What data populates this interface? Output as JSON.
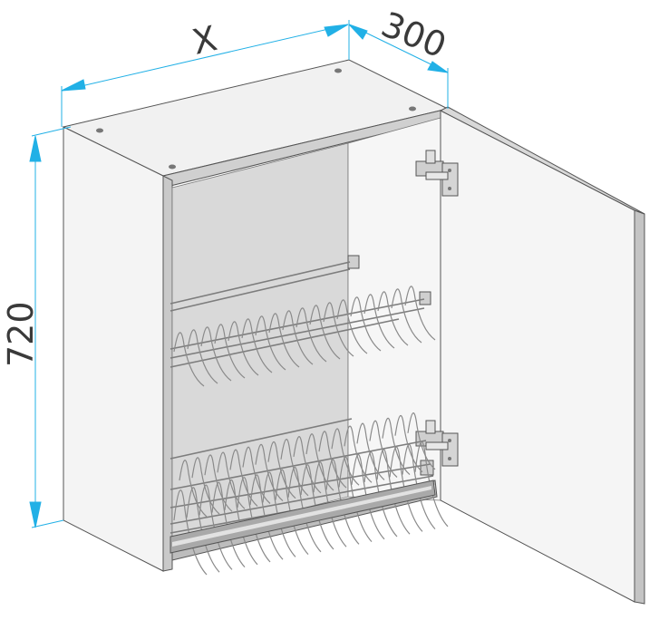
{
  "dimensions": {
    "width_label": "X",
    "depth_label": "300",
    "height_label": "720"
  },
  "colors": {
    "dimension_line": "#21b0e6",
    "panel_light": "#f2f2f2",
    "panel_mid": "#e6e6e6",
    "panel_dark": "#c9c9c9",
    "back_panel": "#dadada",
    "edge": "#555555",
    "wire": "#8a8a8a"
  },
  "components": {
    "racks": [
      "upper-dish-rack",
      "lower-plate-rack",
      "drip-tray"
    ],
    "hinges": [
      "upper-hinge",
      "lower-hinge"
    ]
  }
}
